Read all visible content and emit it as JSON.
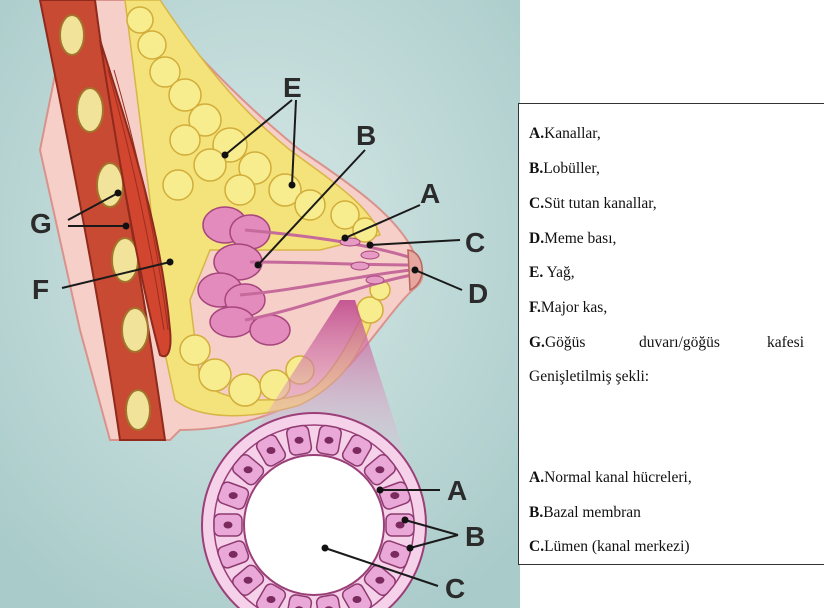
{
  "labels": {
    "A": "A",
    "B": "B",
    "C": "C",
    "D": "D",
    "E": "E",
    "F": "F",
    "G": "G"
  },
  "inset_labels": {
    "A": "A",
    "B": "B",
    "C": "C"
  },
  "legend": {
    "items": [
      {
        "key": "A.",
        "text": "Kanallar,"
      },
      {
        "key": "B.",
        "text": "Lobüller,"
      },
      {
        "key": "C.",
        "text": "Süt tutan kanallar,"
      },
      {
        "key": "D.",
        "text": "Meme bası,"
      },
      {
        "key": "E.",
        "text": " Yağ,"
      },
      {
        "key": "F.",
        "text": "Major kas,"
      },
      {
        "key": "G.",
        "text_left": "Göğüs",
        "text_mid": "duvarı/göğüs",
        "text_right": "kafesi"
      }
    ],
    "expanded_title": "Genişletilmiş şekli:",
    "inset_items": [
      {
        "key": "A.",
        "text": "Normal kanal hücreleri,"
      },
      {
        "key": "B.",
        "text": "Bazal membran"
      },
      {
        "key": "C.",
        "text": "Lümen (kanal merkezi)"
      }
    ]
  },
  "colors": {
    "background": "#bcd7d6",
    "muscle": "#c8432f",
    "fat": "#f2e36a",
    "tissue": "#f3c3be",
    "lobule": "#e48cbf",
    "cell": "#e9a8d8"
  }
}
